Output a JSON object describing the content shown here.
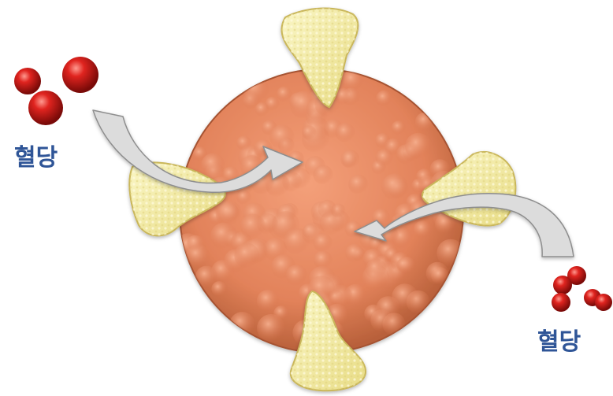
{
  "labels": {
    "left": "혈당",
    "right": "혈당"
  },
  "colors": {
    "label_text": "#2f5597",
    "cell_fill": "#e2825a",
    "cell_edge": "#a65230",
    "cell_highlight": "#f7b190",
    "transporter_fill": "#f3eca2",
    "transporter_edge": "#c9b65a",
    "particle": "#d11c18",
    "arrow_fill": "#dcdcdc",
    "arrow_edge": "#8e8e8e"
  },
  "icons": {
    "cell": "cell-sphere",
    "transporter": "membrane-transporter-protein",
    "particle": "glucose-molecule",
    "arrow": "curved-arrow"
  }
}
